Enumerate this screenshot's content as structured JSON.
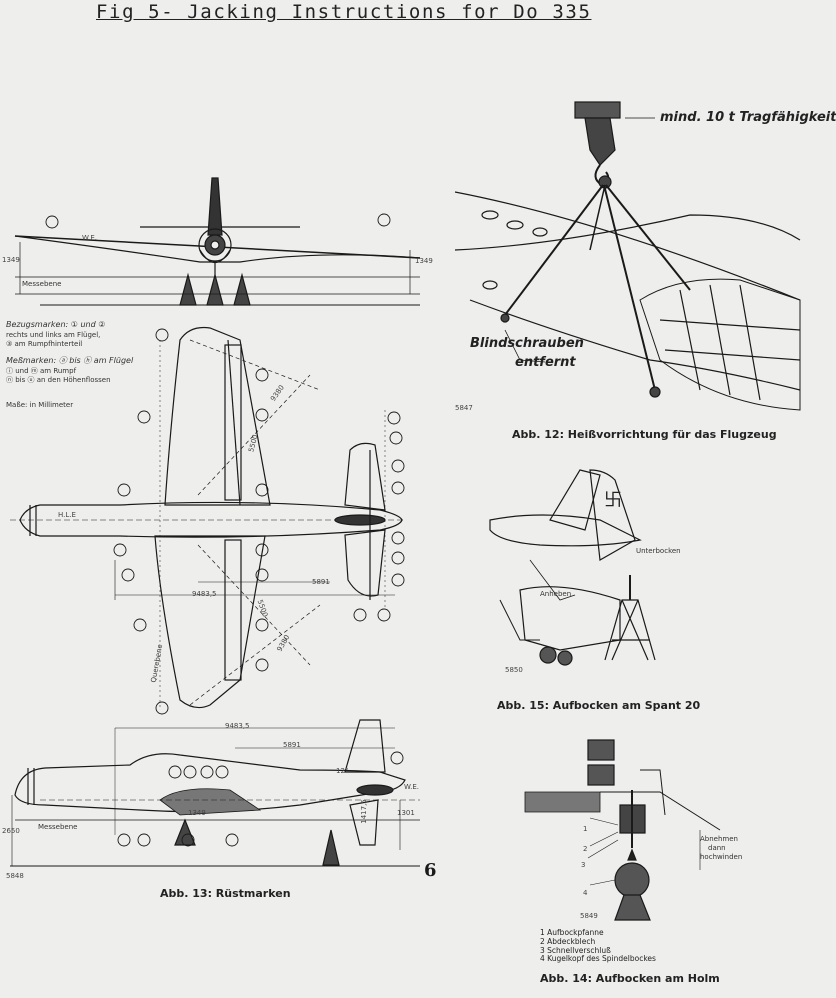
{
  "title": "Fig 5- Jacking Instructions for Do 335",
  "page_number": "6",
  "hoist": {
    "capacity_label": "mind. 10 t Tragfähigkeit",
    "blind_screws_line1": "Blindschrauben",
    "blind_screws_line2": "entfernt",
    "plate_no": "5847",
    "caption": "Abb. 12: Heißvorrichtung für das Flugzeug"
  },
  "rigging": {
    "legend_ref_1": "Bezugsmarken: ① und ②",
    "legend_ref_2": "rechts und links am Flügel,",
    "legend_ref_3": "③ am Rumpfhinterteil",
    "legend_meas_1": "Meßmarken: ⓐ bis ⓗ am Flügel",
    "legend_meas_2": "ⓘ und ⓜ am Rumpf",
    "legend_meas_3": "ⓝ bis ⓤ an den Höhenflossen",
    "legend_units": "Maße: in Millimeter",
    "front_level_label": "Messebene",
    "front_dim_left": "1349",
    "front_dim_right": "1349",
    "we_label": "W.E.",
    "hle_label": "H.L.E",
    "dim_9380_top": "9380",
    "dim_5500_top": "5500",
    "dim_5891_plan": "5891",
    "dim_9483_plan": "9483,5",
    "dim_5500_bottom": "5500",
    "dim_9380_bottom": "9380",
    "quer_label": "Querebene",
    "side_dim_9483": "9483,5",
    "side_dim_5891": "5891",
    "side_dim_1349": "1349",
    "side_dim_1301": "1301",
    "side_dim_1417": "1417,5",
    "side_dim_2650": "2650",
    "side_angle": "12°",
    "side_level_label": "Messebene",
    "side_we_label": "W.E.",
    "plate_no": "5848",
    "caption": "Abb. 13: Rüstmarken"
  },
  "spant": {
    "label_unterbocken": "Unterbocken",
    "label_anheben": "Anheben",
    "plate_no": "5850",
    "caption": "Abb. 15: Aufbocken am Spant 20"
  },
  "holm": {
    "label_abnehmen_1": "Abnehmen",
    "label_abnehmen_2": "dann",
    "label_abnehmen_3": "hochwinden",
    "plate_no": "5849",
    "legend_1": "1  Aufbockpfanne",
    "legend_2": "2  Abdeckblech",
    "legend_3": "3  Schnellverschluß",
    "legend_4": "4  Kugelkopf des Spindelbockes",
    "caption": "Abb. 14: Aufbocken am Holm"
  },
  "ink_color": "#1a1a1a",
  "paper_color": "#eeeeec"
}
